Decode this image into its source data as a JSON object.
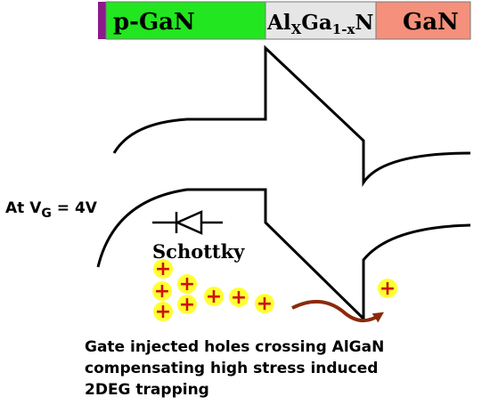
{
  "layers": {
    "p_gan": {
      "label": "p-GaN",
      "color": "#22e61f"
    },
    "algan": {
      "label_main": "Al",
      "label_sub1": "X",
      "label_mid": "Ga",
      "label_sub2": "1-x",
      "label_end": "N",
      "color": "#e6e6e6"
    },
    "gan": {
      "label": "GaN",
      "color": "#f4907b"
    },
    "edge_color": "#8b1a8b"
  },
  "bias": {
    "prefix": "At V",
    "subscript": "G",
    "suffix": " = 4V"
  },
  "diode_label": "Schottky",
  "caption": {
    "line1": "Gate injected holes crossing AlGaN",
    "line2": "compensating high stress induced",
    "line3": "2DEG trapping"
  },
  "hole_symbol": "+",
  "colors": {
    "band_line": "#000000",
    "hole_fill": "#ffff33",
    "hole_sign": "#cc1010",
    "arrow": "#8b2a0a"
  }
}
